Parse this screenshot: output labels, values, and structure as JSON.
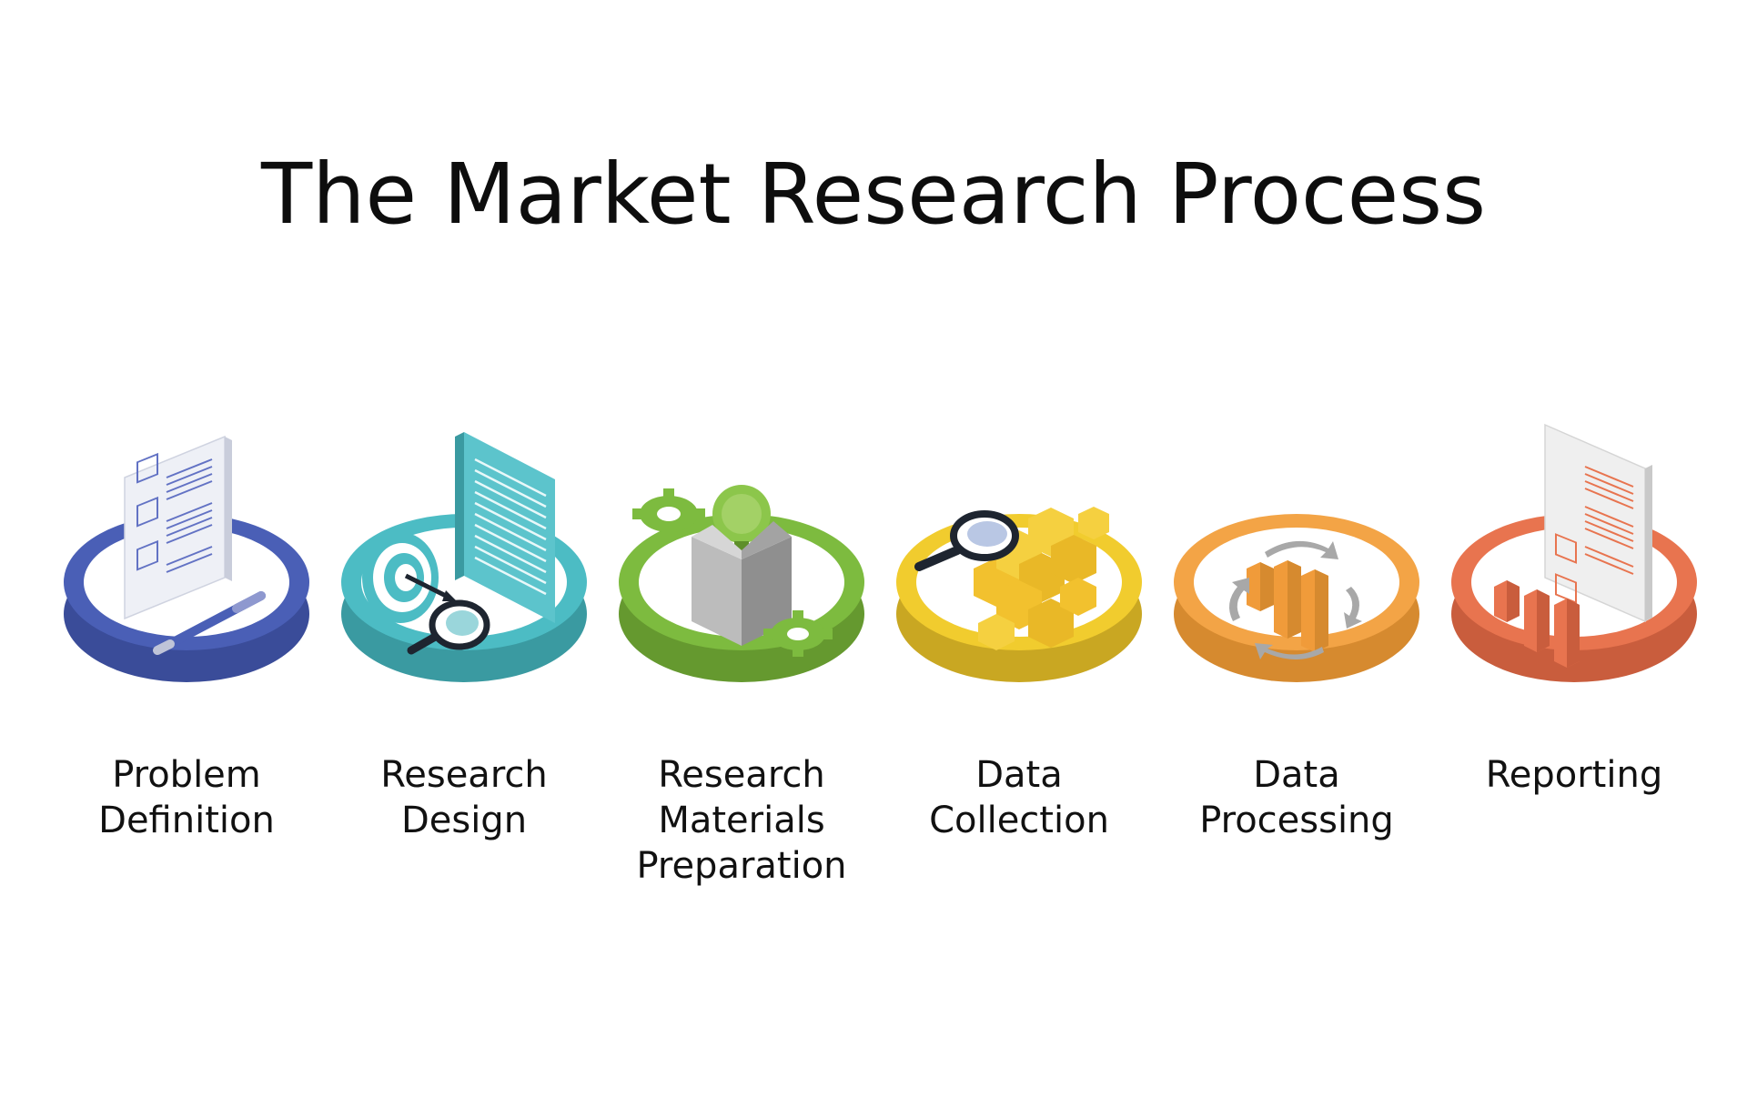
{
  "title": "The Market Research Process",
  "steps": [
    {
      "id": "problem-definition",
      "lines": [
        "Problem",
        "Definition"
      ],
      "icon": "document-pen-icon",
      "colors": {
        "ring": "#4a5fb6",
        "ring_side": "#3a4c99"
      }
    },
    {
      "id": "research-design",
      "lines": [
        "Research",
        "Design"
      ],
      "icon": "target-document-magnifier-icon",
      "colors": {
        "ring": "#4cbcc4",
        "ring_side": "#3a9aa1"
      }
    },
    {
      "id": "research-materials-preparation",
      "lines": [
        "Research",
        "Materials",
        "Preparation"
      ],
      "icon": "box-lightbulb-gears-icon",
      "colors": {
        "ring": "#7dbb3f",
        "ring_side": "#65992f"
      }
    },
    {
      "id": "data-collection",
      "lines": [
        "Data",
        "Collection"
      ],
      "icon": "cubes-magnifier-icon",
      "colors": {
        "ring": "#f1cc2e",
        "ring_side": "#c9a722"
      }
    },
    {
      "id": "data-processing",
      "lines": [
        "Data",
        "Processing"
      ],
      "icon": "bar-chart-cycle-icon",
      "colors": {
        "ring": "#f3a446",
        "ring_side": "#d68a2f"
      }
    },
    {
      "id": "reporting",
      "lines": [
        "Reporting"
      ],
      "icon": "report-document-chart-icon",
      "colors": {
        "ring": "#e8744f",
        "ring_side": "#c95d3d"
      }
    }
  ]
}
